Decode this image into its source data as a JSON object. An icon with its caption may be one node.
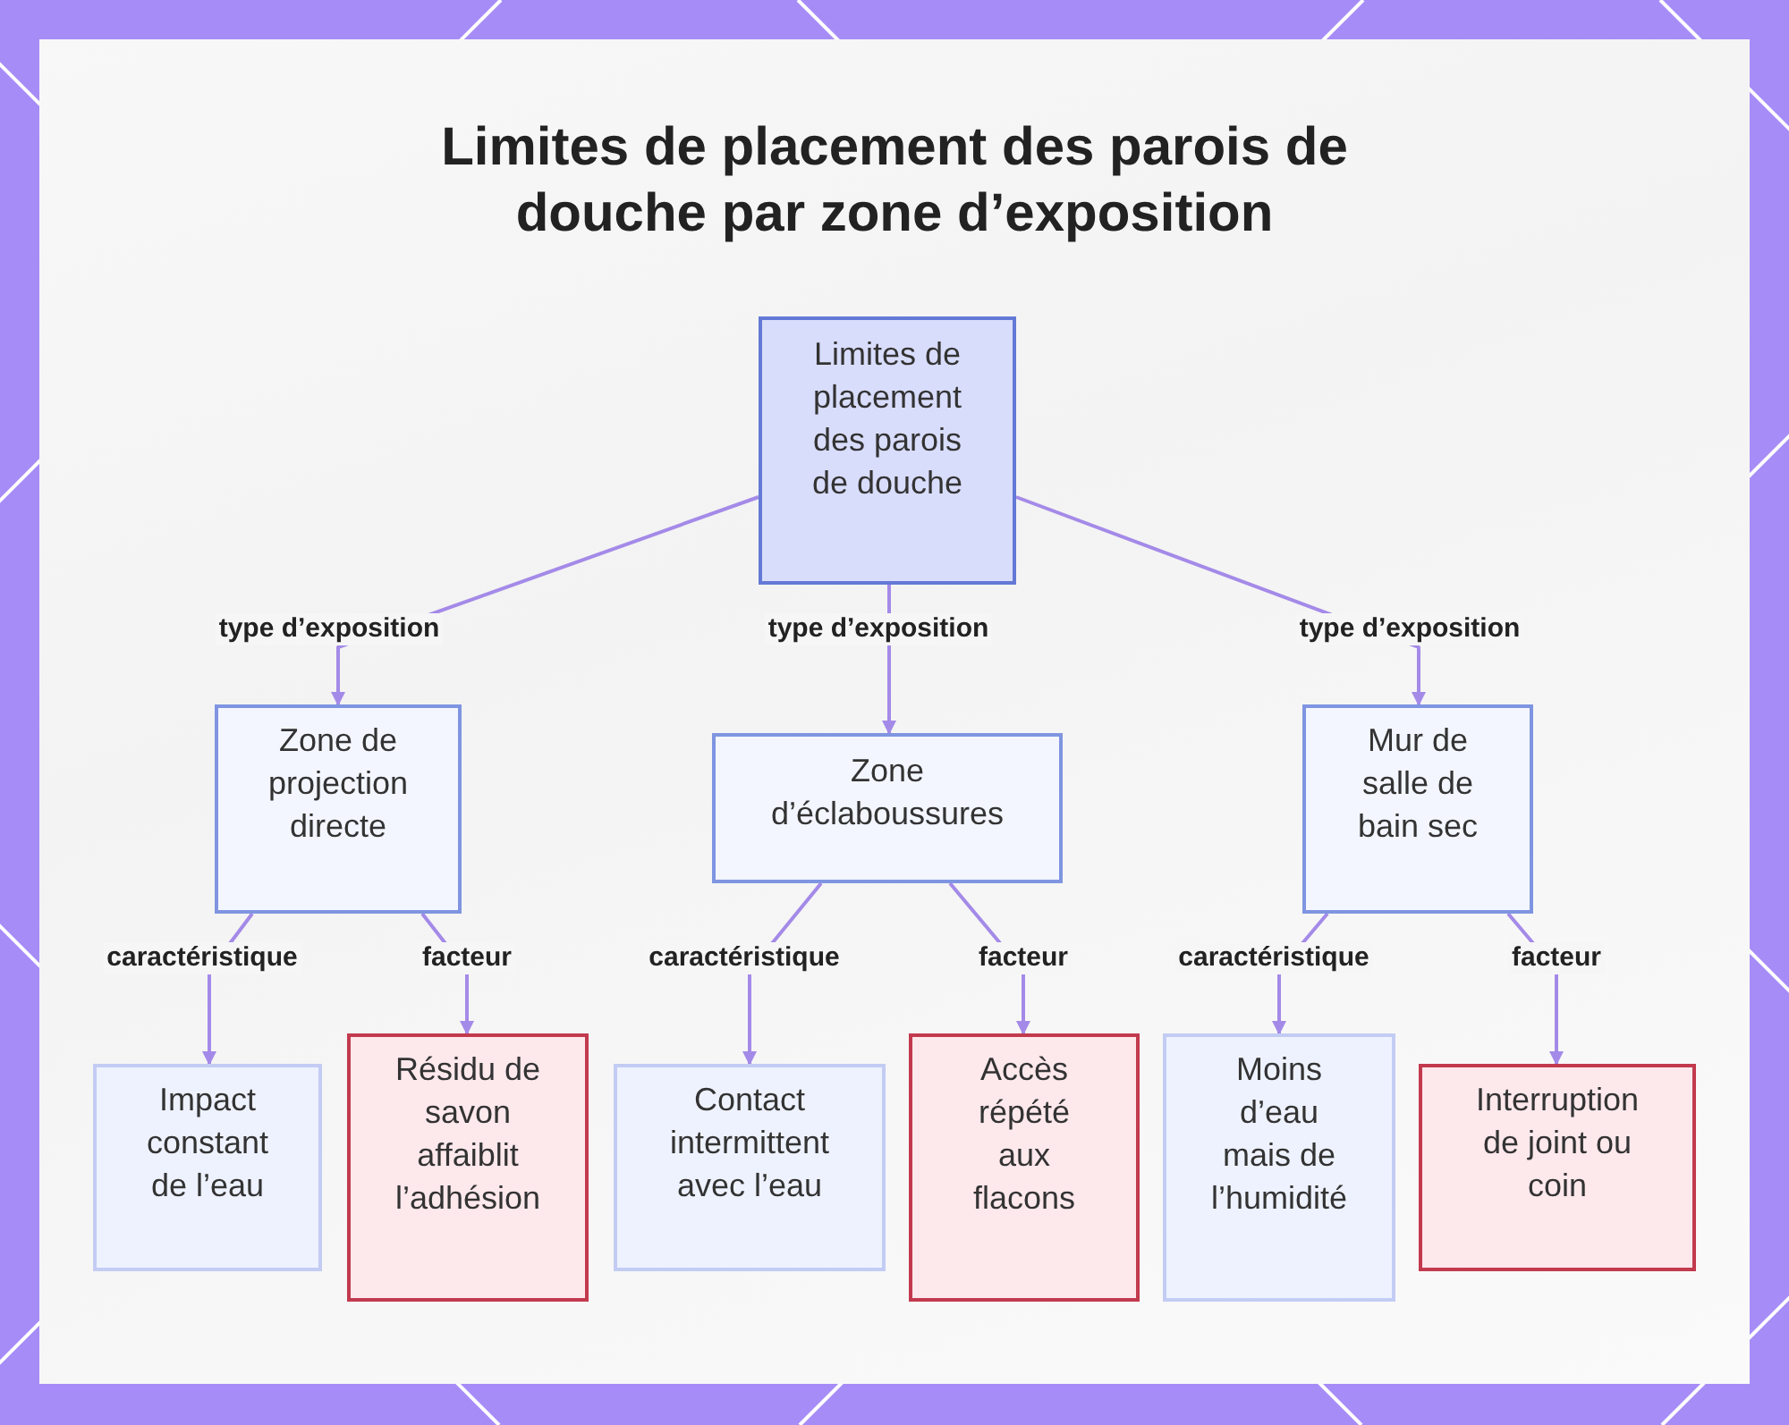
{
  "diagram": {
    "title": "Limites de placement des parois de douche par zone d’exposition",
    "nodes": [
      {
        "text": [
          "Limites de placement des parois de douche"
        ]
      },
      {
        "text": [
          "Zone de projection directe"
        ]
      },
      {
        "text": [
          "Zone d’éclaboussures"
        ]
      },
      {
        "text": [
          "Mur de salle de bain sec"
        ]
      },
      {
        "text": [
          "Impact constant de l’eau"
        ]
      },
      {
        "text": [
          "Résidu de savon affaiblit l’adhésion"
        ]
      },
      {
        "text": [
          "Contact intermittent avec l’eau"
        ]
      },
      {
        "text": [
          "Accès répété aux flacons"
        ]
      },
      {
        "text": [
          "Moins d’eau mais de l’humidité"
        ]
      },
      {
        "text": [
          "Interruption de joint ou coin"
        ]
      }
    ],
    "edges": [
      {
        "from": 0,
        "to": 1,
        "arrow": "to",
        "label": "type d’exposition"
      },
      {
        "from": 0,
        "to": 2,
        "arrow": "to",
        "label": "type d’exposition"
      },
      {
        "from": 0,
        "to": 3,
        "arrow": "to",
        "label": "type d’exposition"
      },
      {
        "from": 1,
        "to": 4,
        "arrow": "to",
        "label": "caractéristique"
      },
      {
        "from": 1,
        "to": 5,
        "arrow": "to",
        "label": "facteur"
      },
      {
        "from": 2,
        "to": 6,
        "arrow": "to",
        "label": "caractéristique"
      },
      {
        "from": 2,
        "to": 7,
        "arrow": "to",
        "label": "facteur"
      },
      {
        "from": 3,
        "to": 8,
        "arrow": "to",
        "label": "caractéristique"
      },
      {
        "from": 3,
        "to": 9,
        "arrow": "to",
        "label": "facteur"
      }
    ]
  }
}
